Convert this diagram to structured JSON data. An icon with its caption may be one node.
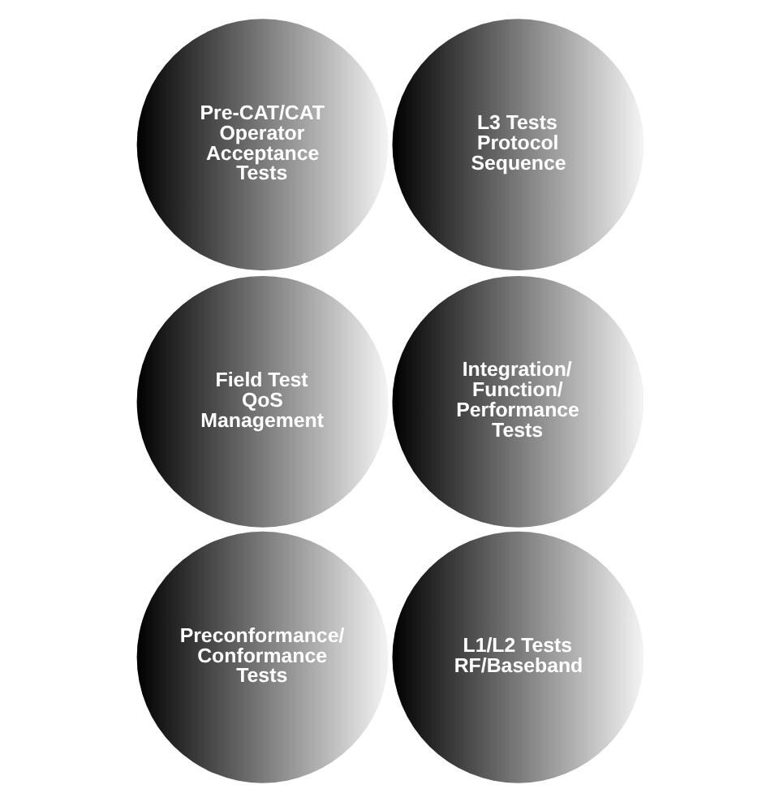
{
  "diagram": {
    "nodes": [
      {
        "text": [
          "Field Test QoS Management"
        ]
      },
      {
        "text": [
          "Pre-CAT/CAT Operator Acceptance Tests"
        ]
      },
      {
        "text": [
          "Preconformance/ Conformance Tests"
        ]
      },
      {
        "text": [
          "L3 Tests Protocol Sequence"
        ]
      },
      {
        "text": [
          "L1/L2 Tests RF/Baseband"
        ]
      },
      {
        "text": [
          "Integration/ Function/ Performance Tests"
        ]
      }
    ]
  }
}
